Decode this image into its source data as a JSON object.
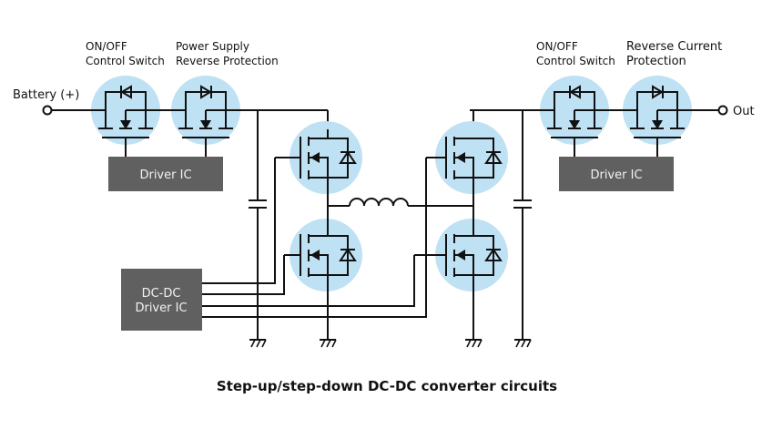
{
  "diagram": {
    "caption": "Step-up/step-down DC-DC converter circuits",
    "terminals": {
      "input": "Battery (+)",
      "output": "Out"
    },
    "switch_labels": {
      "left_on_off": [
        "ON/OFF",
        "Control Switch"
      ],
      "left_reverse": [
        "Power Supply",
        "Reverse Protection"
      ],
      "right_on_off": [
        "ON/OFF",
        "Control Switch"
      ],
      "right_reverse": [
        "Reverse Current",
        "Protection"
      ]
    },
    "blocks": {
      "left_driver": "Driver IC",
      "right_driver": "Driver IC",
      "dcdc_driver": [
        "DC-DC",
        "Driver IC"
      ]
    },
    "components": [
      "mosfet-switch",
      "mosfet-switch",
      "mosfet-switch",
      "mosfet-switch",
      "inductor",
      "capacitor",
      "capacitor",
      "ground",
      "ground",
      "ground",
      "ground"
    ],
    "colors": {
      "bubble": "#bfe1f4",
      "ic_box": "#606060",
      "wire": "#111111"
    }
  }
}
